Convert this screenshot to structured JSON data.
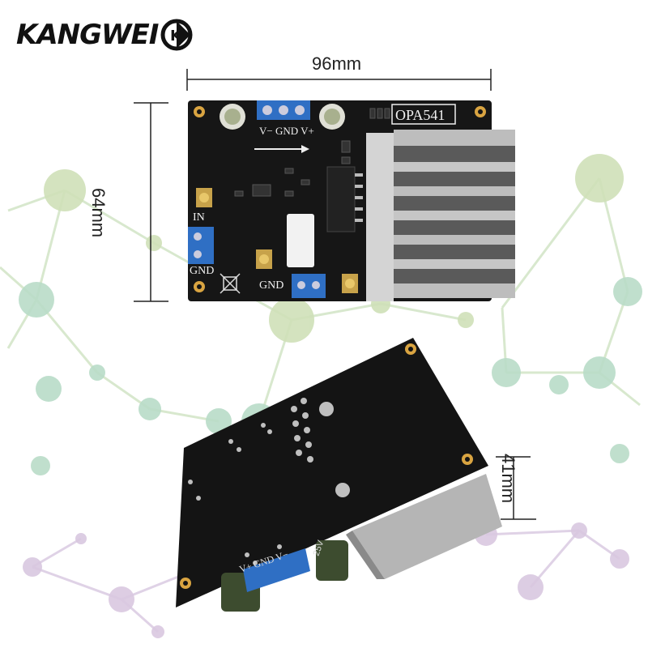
{
  "brand": {
    "name": "KANGWEI",
    "badge": "K",
    "color": "#111111"
  },
  "dimensions": {
    "width_label": "96mm",
    "height_label": "64mm",
    "depth_label": "41mm"
  },
  "board_top": {
    "chip_label": "OPA541",
    "power_label": "V− GND V+",
    "input_label": "IN",
    "gnd_label_left": "GND",
    "gnd_label_bottom": "GND",
    "pcb_color": "#161616",
    "heatsink_color": "#c8c8c8",
    "terminal_color": "#2f6fc4"
  },
  "board_bottom": {
    "power_label": "V+ GND V−",
    "cap_label": "25V"
  },
  "background": {
    "node_colors": [
      "#cfe0b8",
      "#b9dcc8",
      "#d9c8e0"
    ]
  }
}
